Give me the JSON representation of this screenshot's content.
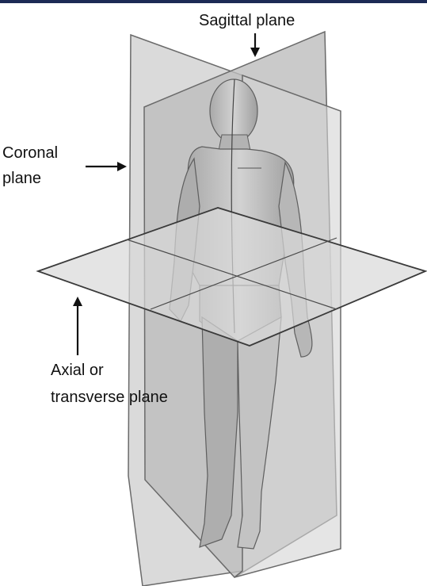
{
  "labels": {
    "sagittal": "Sagittal plane",
    "coronal_line1": "Coronal",
    "coronal_line2": "plane",
    "axial_line1": "Axial or",
    "axial_line2": "transverse plane"
  },
  "colors": {
    "top_bar": "#1c2a55",
    "plane_fill": "#cfcfcf",
    "plane_edge": "#6a6a6a",
    "body_fill": "#b9b9b9",
    "body_shadow": "#9e9e9e",
    "arrow": "#111111"
  }
}
